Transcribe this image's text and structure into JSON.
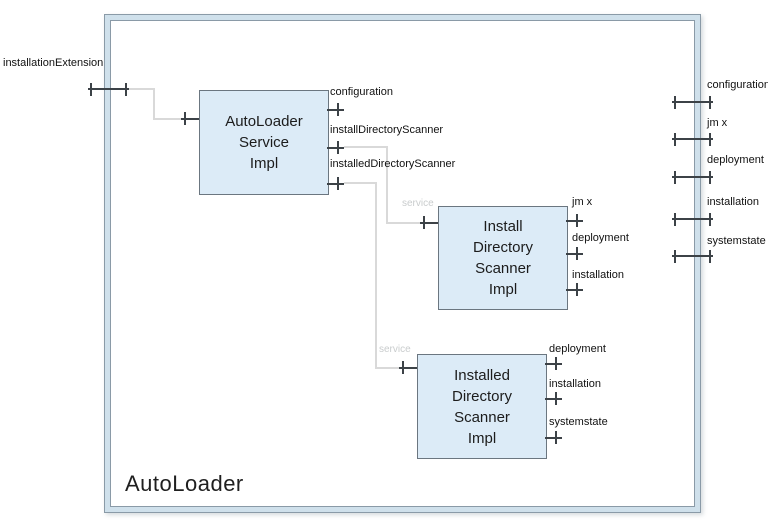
{
  "diagram": {
    "title": "AutoLoader",
    "boundary_ports": {
      "left": [
        {
          "label": "installationExtension"
        }
      ],
      "right": [
        {
          "label": "configuration"
        },
        {
          "label": "jm x"
        },
        {
          "label": "deployment"
        },
        {
          "label": "installation"
        },
        {
          "label": "systemstate"
        }
      ]
    },
    "components": [
      {
        "lines": [
          "AutoLoader",
          "Service",
          "Impl"
        ],
        "ports": [
          {
            "label": "configuration"
          },
          {
            "label": "installDirectoryScanner"
          },
          {
            "label": "installedDirectoryScanner"
          }
        ]
      },
      {
        "lines": [
          "Install",
          "Directory",
          "Scanner",
          "Impl"
        ],
        "service_label": "service",
        "ports": [
          {
            "label": "jm x"
          },
          {
            "label": "deployment"
          },
          {
            "label": "installation"
          }
        ]
      },
      {
        "lines": [
          "Installed",
          "Directory",
          "Scanner",
          "Impl"
        ],
        "service_label": "service",
        "ports": [
          {
            "label": "deployment"
          },
          {
            "label": "installation"
          },
          {
            "label": "systemstate"
          }
        ]
      }
    ],
    "colors": {
      "component_fill": "#dcebf7",
      "component_border": "#6b7680",
      "frame_band": "#cfe0eb",
      "frame_line": "#8a9aa7",
      "wire": "#d9d9d9",
      "port_line": "#3c4247",
      "service_text": "#c9cccd"
    }
  }
}
